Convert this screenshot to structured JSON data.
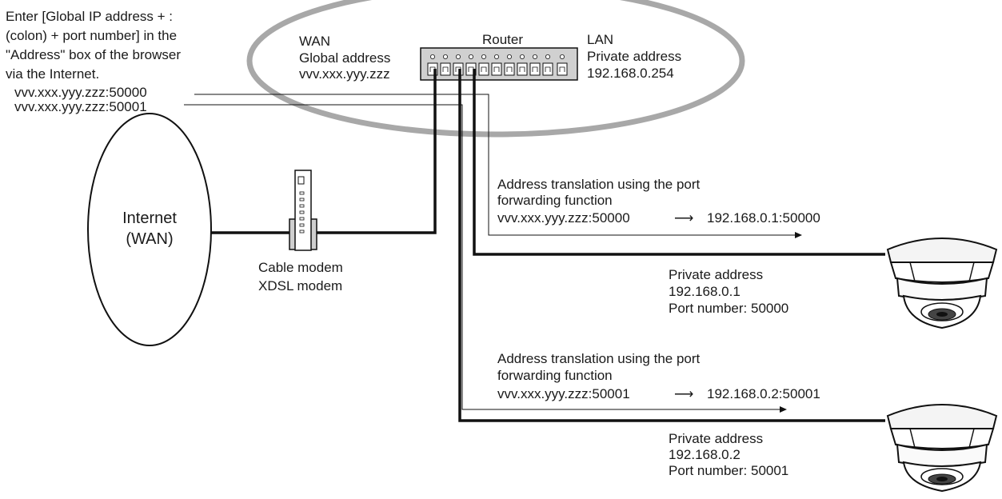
{
  "instruction": {
    "line1": "Enter [Global IP address + :",
    "line2": "(colon) + port number] in the",
    "line3": "\"Address\" box of the browser",
    "line4": " via the Internet.",
    "url1": "vvv.xxx.yyy.zzz:50000",
    "url2": "vvv.xxx.yyy.zzz:50001"
  },
  "router": {
    "label": "Router",
    "wan_title": "WAN",
    "wan_subtitle": "Global address",
    "wan_address": "vvv.xxx.yyy.zzz",
    "lan_title": "LAN",
    "lan_subtitle": "Private address",
    "lan_address": "192.168.0.254"
  },
  "internet": {
    "line1": "Internet",
    "line2": "(WAN)"
  },
  "modem": {
    "line1": "Cable modem",
    "line2": "XDSL modem"
  },
  "translation1": {
    "line1": "Address translation using the port",
    "line2": "forwarding function",
    "from": "vvv.xxx.yyy.zzz:50000",
    "arrow": "⟶",
    "to": "192.168.0.1:50000"
  },
  "camera1": {
    "line1": "Private address",
    "line2": "192.168.0.1",
    "line3": "Port number: 50000"
  },
  "translation2": {
    "line1": "Address translation using the port",
    "line2": "forwarding function",
    "from": "vvv.xxx.yyy.zzz:50001",
    "arrow": "⟶",
    "to": "192.168.0.2:50001"
  },
  "camera2": {
    "line1": "Private address",
    "line2": "192.168.0.2",
    "line3": "Port number: 50001"
  },
  "colors": {
    "ellipse": "#a8a8a8",
    "line": "#111111",
    "device": "#cccccc"
  }
}
